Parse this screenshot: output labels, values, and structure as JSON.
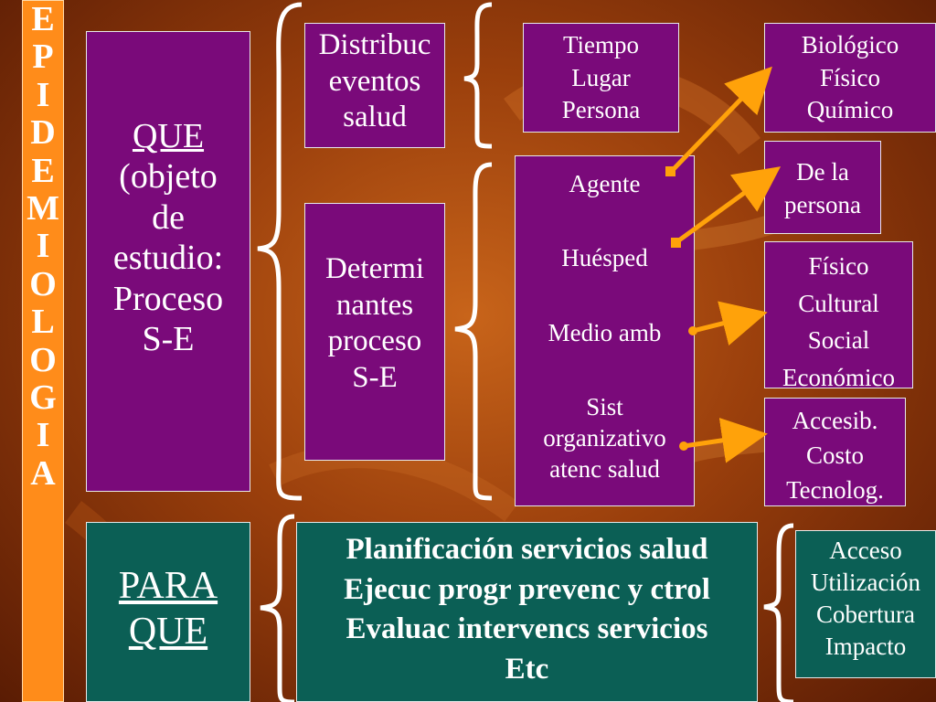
{
  "vertical_title": [
    "E",
    "P",
    "I",
    "D",
    "E",
    "M",
    "I",
    "O",
    "L",
    "O",
    "G",
    "I",
    "A"
  ],
  "que_box": {
    "title": "QUE ",
    "lines": [
      "(objeto",
      "de",
      "estudio:",
      "Proceso",
      "S-E"
    ]
  },
  "para_que_box": {
    "lines": [
      "PARA",
      "QUE"
    ]
  },
  "distribuc_box": {
    "lines": [
      "Distribuc",
      "eventos",
      "salud"
    ]
  },
  "determinantes_box": {
    "lines": [
      "Determi",
      "nantes",
      "proceso ",
      "S-E"
    ]
  },
  "tiempo_box": {
    "lines": [
      "Tiempo",
      "Lugar",
      "Persona"
    ]
  },
  "factors_box": {
    "agente": "Agente",
    "huesped": "Huésped",
    "medio": "Medio amb ",
    "sist_lines": [
      "Sist",
      "organizativo",
      "atenc salud"
    ]
  },
  "biologico_box": {
    "lines": [
      "Biológico",
      "Físico",
      "Químico"
    ]
  },
  "persona_box": {
    "lines": [
      "De la",
      "persona"
    ]
  },
  "fisico_box": {
    "lines": [
      "Físico",
      "Cultural",
      "Social",
      "Económico"
    ]
  },
  "accesib_box": {
    "lines": [
      "Accesib.",
      "Costo",
      "Tecnolog."
    ]
  },
  "planificacion_box": {
    "lines": [
      "Planificación servicios salud",
      "Ejecuc progr  prevenc y ctrol",
      "Evaluac intervencs servicios",
      "Etc"
    ]
  },
  "acceso_box": {
    "lines": [
      "Acceso",
      "Utilización",
      "Cobertura",
      "Impacto"
    ]
  },
  "colors": {
    "purple": "#7a0a7a",
    "teal": "#0b5f55",
    "orange": "#ff8c1a",
    "arrow": "#ffa20a"
  }
}
